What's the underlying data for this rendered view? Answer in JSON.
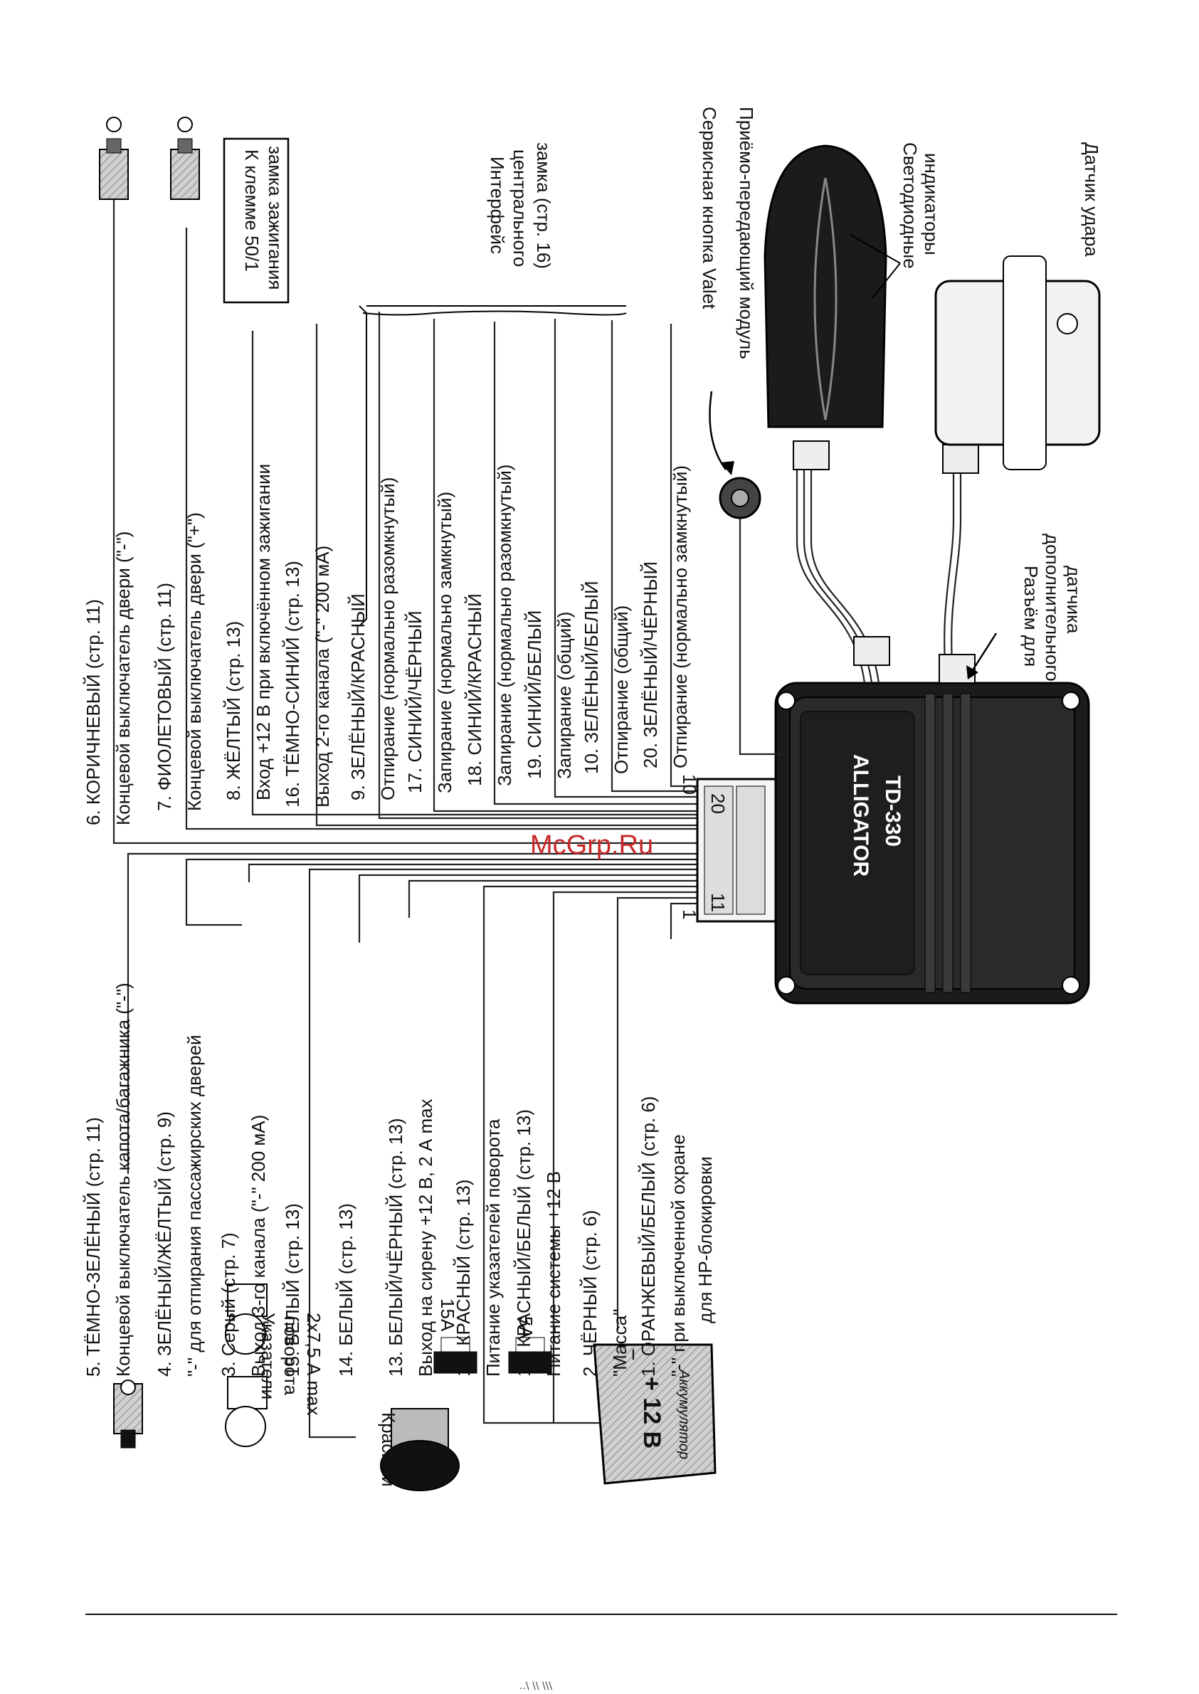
{
  "watermark": "McGrp.Ru",
  "footer_scan": "..\\ \\\\ \\\\\\",
  "wires_left": [
    {
      "title": "5. ТЁМНО-ЗЕЛЁНЫЙ (стр. 11)",
      "desc": "Концевой выключатель капота/багажника (\"-\")"
    },
    {
      "title": "4. ЗЕЛЁНЫЙ/ЖЁЛТЫЙ (стр. 9)",
      "desc": "\"-\" для отпирания пассажирских дверей"
    },
    {
      "title": "3. Серый (стр. 7)",
      "desc": "Выход 3-го канала (\"-\" 200 мА)"
    },
    {
      "title": "15. БЕЛЫЙ (стр. 13)",
      "desc": ""
    },
    {
      "title": "14. БЕЛЫЙ (стр. 13)",
      "desc": ""
    },
    {
      "title": "13. БЕЛЫЙ/ЧЁРНЫЙ (стр. 13)",
      "desc": "Выход на сирену +12 В, 2 А max"
    },
    {
      "title": "12. КРАСНЫЙ (стр. 13)",
      "desc": "Питание указателей поворота"
    },
    {
      "title": "11. КРАСНЫЙ/БЕЛЫЙ (стр. 13)",
      "desc": "Питание системы +12 В"
    },
    {
      "title": "2. ЧЁРНЫЙ (стр. 6)",
      "desc": "\"Масса\""
    },
    {
      "title": "1. ОРАНЖЕВЫЙ/БЕЛЫЙ (стр. 6)",
      "desc": "\"-\" при выключенной охране",
      "desc2": "для НР-блокировки"
    }
  ],
  "wires_right": [
    {
      "title": "6. КОРИЧНЕВЫЙ (стр. 11)",
      "desc": "Концевой выключатель двери (\"-\")"
    },
    {
      "title": "7. ФИОЛЕТОВЫЙ (стр. 11)",
      "desc": "Концевой выключатель двери (\"+\")"
    },
    {
      "title": "8. ЖЁЛТЫЙ (стр. 13)",
      "desc": "Вход +12 В при включённом зажигании"
    },
    {
      "title": "16. ТЁМНО-СИНИЙ (стр. 13)",
      "desc": "Выход 2-го канала (\"-\" 200 мА)"
    },
    {
      "title": "9. ЗЕЛЁНЫЙ/КРАСНЫЙ",
      "desc": "Отпирание (нормально разомкнутый)"
    },
    {
      "title": "17. СИНИЙ/ЧЁРНЫЙ",
      "desc": "Запирание (нормально замкнутый)"
    },
    {
      "title": "18. СИНИЙ/КРАСНЫЙ",
      "desc": "Запирание (нормально разомкнутый)"
    },
    {
      "title": "19. СИНИЙ/БЕЛЫЙ",
      "desc": "Запирание (общий)"
    },
    {
      "title": "10. ЗЕЛЁНЫЙ/БЕЛЫЙ",
      "desc": "Отпирание (общий)"
    },
    {
      "title": "20. ЗЕЛЁНЫЙ/ЧЁРНЫЙ",
      "desc": "Отпирание (нормально замкнутый)"
    }
  ],
  "ignition_box": [
    "К клемме 50/1",
    "замка зажигания"
  ],
  "interface_label": [
    "Интерфейс",
    "центрального",
    "замка (стр. 16)"
  ],
  "valet_label": "Сервисная кнопка Valet",
  "transceiver_label": "Приёмо-передающий модуль",
  "led_label": [
    "Светодиодные",
    "индикаторы"
  ],
  "shock_label": "Датчик удара",
  "connector_label": [
    "Разъём для",
    "дополнительного",
    "датчика"
  ],
  "turn_signals_label": [
    "Указатели",
    "поворота",
    "2х7,5 А max"
  ],
  "siren_label": "Красный",
  "fuse_15": "15А",
  "fuse_5": "5А",
  "battery_label": "+ 12 В",
  "battery_brand": "Аккумулятор",
  "battery_minus": "−",
  "pin_labels": [
    "1",
    "10",
    "11",
    "20"
  ],
  "brand_name": "ALLIGATOR",
  "brand_model": "TD-330"
}
